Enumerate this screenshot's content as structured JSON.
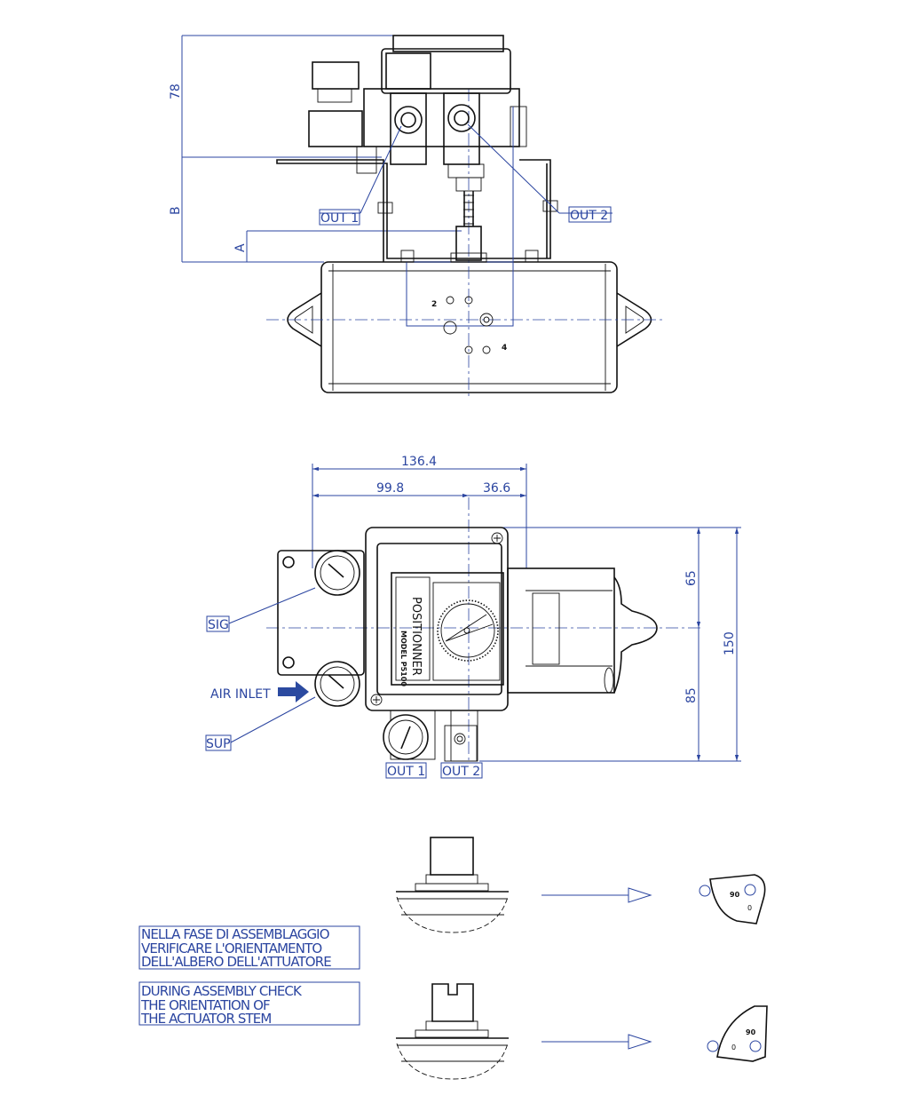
{
  "colors": {
    "annotation": "#2b45a0",
    "lines": "#111111"
  },
  "top_view": {
    "dim_total": "78",
    "dim_b": "B",
    "dim_a": "A",
    "out1_label": "OUT 1",
    "out2_label": "OUT 2",
    "port_2": "2",
    "port_4": "4"
  },
  "front_view": {
    "dim_width_total": "136.4",
    "dim_width_left": "99.8",
    "dim_width_right": "36.6",
    "dim_height_upper": "65",
    "dim_height_total": "150",
    "dim_height_lower": "85",
    "sig_label": "SIG",
    "air_inlet_label": "AIR INLET",
    "sup_label": "SUP",
    "out1_label": "OUT 1",
    "out2_label": "OUT 2",
    "nameplate_title": "POSITIONNER",
    "nameplate_model": "MODEL P5100"
  },
  "orientation": {
    "plate_mark_90": "90",
    "plate_mark_0": "0"
  },
  "notes": {
    "italian": [
      "NELLA FASE DI ASSEMBLAGGIO",
      "VERIFICARE L'ORIENTAMENTO",
      "DELL'ALBERO DELL'ATTUATORE"
    ],
    "english": [
      "DURING ASSEMBLY CHECK",
      "THE ORIENTATION OF",
      "THE ACTUATOR STEM"
    ]
  }
}
